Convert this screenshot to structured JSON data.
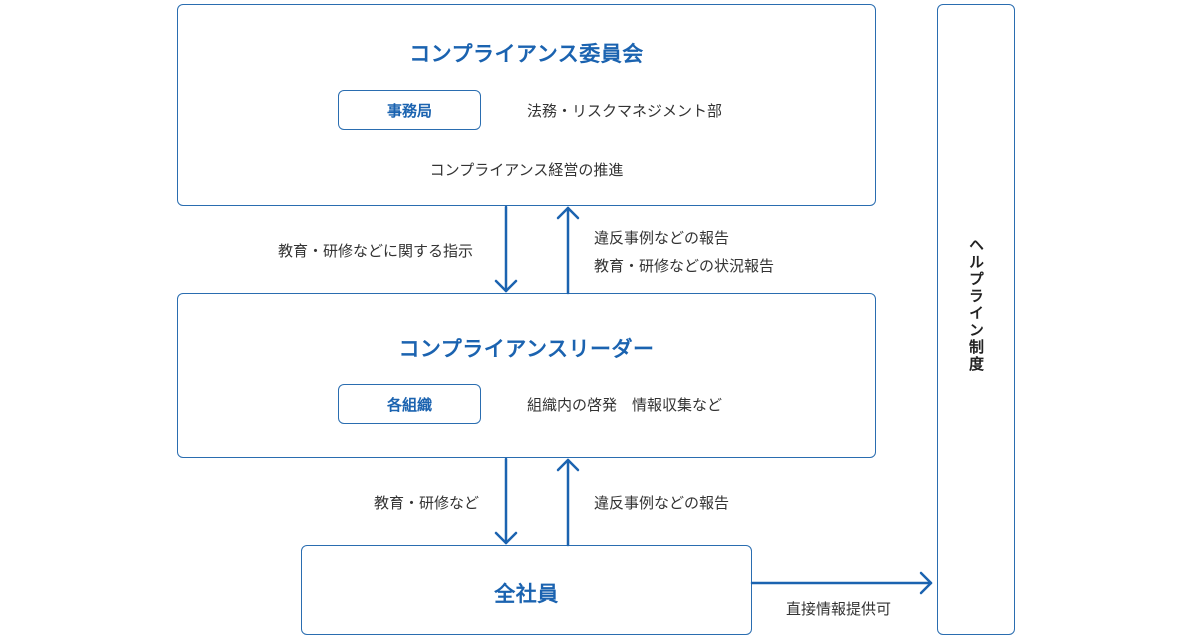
{
  "committee": {
    "title": "コンプライアンス委員会",
    "office_label": "事務局",
    "office_desc": "法務・リスクマネジメント部",
    "mission": "コンプライアンス経営の推進"
  },
  "flow1": {
    "down_label": "教育・研修などに関する指示",
    "up_label_1": "違反事例などの報告",
    "up_label_2": "教育・研修などの状況報告"
  },
  "leaders": {
    "title": "コンプライアンスリーダー",
    "org_label": "各組織",
    "org_desc": "組織内の啓発　情報収集など"
  },
  "flow2": {
    "down_label": "教育・研修など",
    "up_label": "違反事例などの報告"
  },
  "all_staff": {
    "title": "全社員",
    "direct_label": "直接情報提供可"
  },
  "helpline": {
    "label": "ヘルプライン制度"
  },
  "colors": {
    "accent": "#1b63b0",
    "border": "#2a6db0",
    "text": "#333333"
  }
}
